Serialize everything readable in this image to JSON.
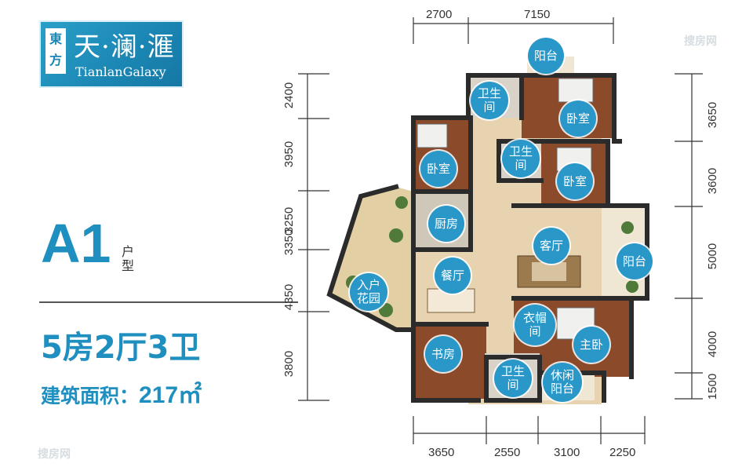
{
  "logo": {
    "seal": "東方",
    "name_cn": "天·澜·滙",
    "name_en": "TianlanGalaxy"
  },
  "unit": {
    "code": "A1",
    "code_suffix": "户型",
    "layout": "5房2厅3卫",
    "area_label": "建筑面积：",
    "area_value": "217㎡"
  },
  "dims": {
    "top": [
      "2700",
      "7150"
    ],
    "bottom": [
      "3650",
      "2550",
      "3100",
      "2250"
    ],
    "left": [
      "2400",
      "3950",
      "3250",
      "3350",
      "4350",
      "3800"
    ],
    "right": [
      "3650",
      "3600",
      "5000",
      "4000",
      "1500"
    ]
  },
  "rooms": {
    "balcony_top": "阳台",
    "bath_1": "卫生间",
    "bedroom_1": "卧室",
    "bedroom_2": "卧室",
    "bath_2": "卫生间",
    "bedroom_3": "卧室",
    "kitchen": "厨房",
    "living": "客厅",
    "balcony_right": "阳台",
    "entry_garden": "入户花园",
    "dining": "餐厅",
    "wardrobe": "衣帽间",
    "master": "主卧",
    "study": "书房",
    "bath_3": "卫生间",
    "leisure_balcony": "休闲阳台"
  },
  "watermark": "搜房网",
  "colors": {
    "accent": "#1f8fc0",
    "wall": "#2b2b2b",
    "floor_wood": "#8b4a2a",
    "floor_tile": "#e7d3b0"
  }
}
